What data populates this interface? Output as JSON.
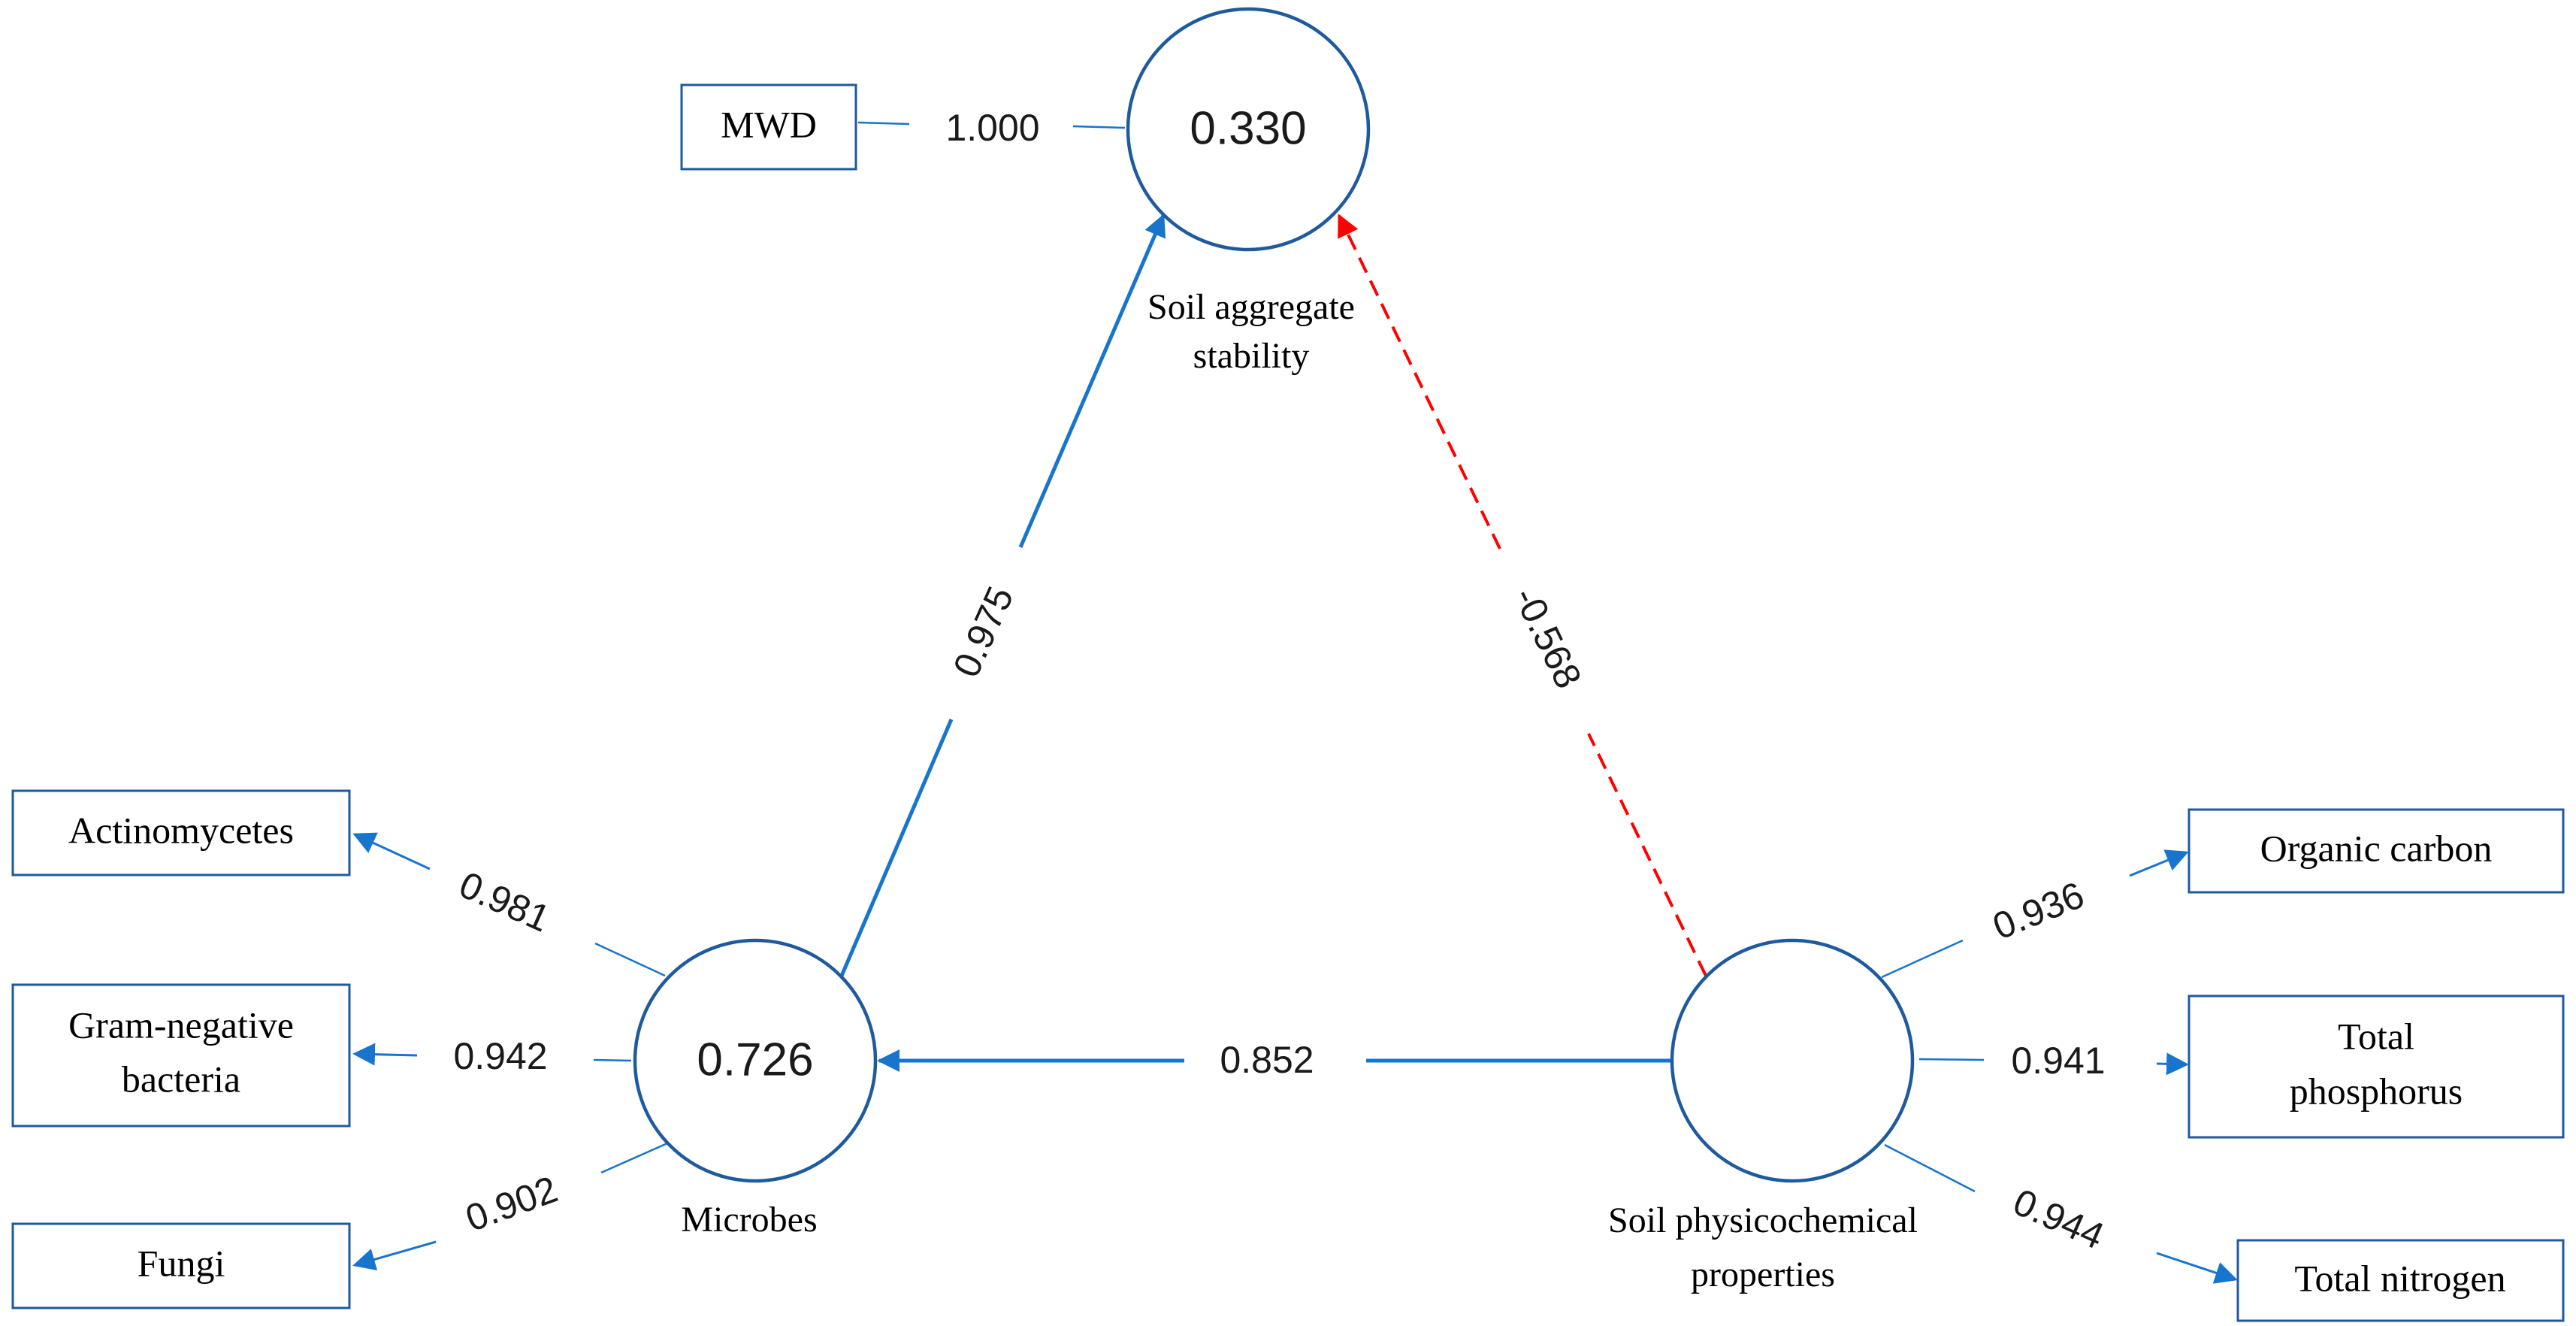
{
  "colors": {
    "positive_path": "#1874cd",
    "negative_path": "#ff0000",
    "outline": "#1f5a9e"
  },
  "latent": {
    "stability": {
      "r2": "0.330",
      "label_line1": "Soil aggregate",
      "label_line2": "stability"
    },
    "microbes": {
      "r2": "0.726",
      "label": "Microbes"
    },
    "physico": {
      "r2": "",
      "label_line1": "Soil physicochemical",
      "label_line2": "properties"
    }
  },
  "indicators": {
    "mwd": "MWD",
    "actinomycetes": "Actinomycetes",
    "gram_line1": "Gram-negative",
    "gram_line2": "bacteria",
    "fungi": "Fungi",
    "organic_carbon": "Organic carbon",
    "phosphorus_line1": "Total",
    "phosphorus_line2": "phosphorus",
    "total_nitrogen": "Total nitrogen"
  },
  "loadings": {
    "mwd": "1.000",
    "actinomycetes": "0.981",
    "gram": "0.942",
    "fungi": "0.902",
    "organic_carbon": "0.936",
    "phosphorus": "0.941",
    "nitrogen": "0.944"
  },
  "paths": {
    "microbes_to_stability": "0.975",
    "physico_to_stability": "-0.568",
    "physico_to_microbes": "0.852"
  }
}
